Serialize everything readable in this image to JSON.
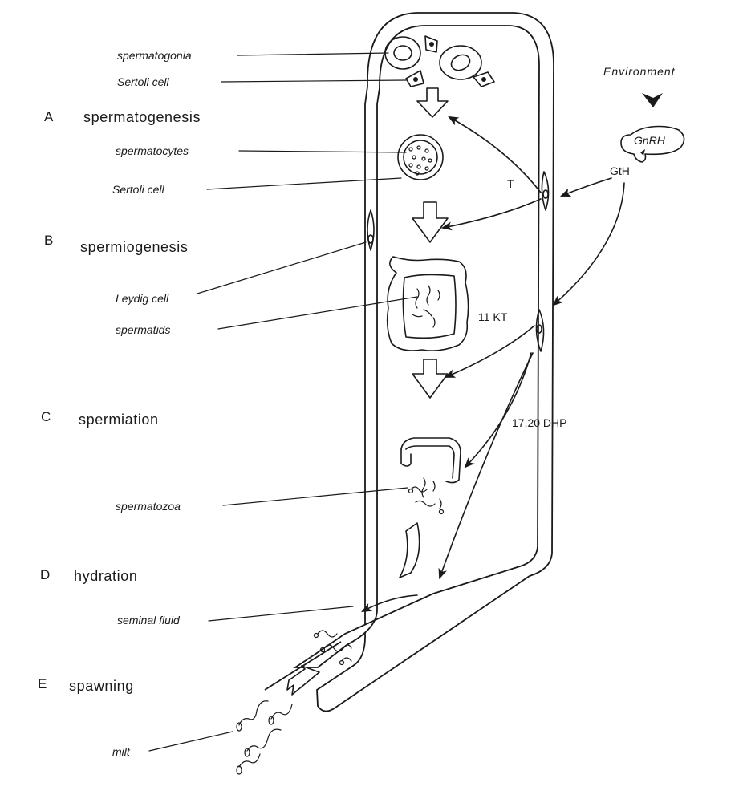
{
  "stages": {
    "a": {
      "letter": "A",
      "name": "spermatogenesis"
    },
    "b": {
      "letter": "B",
      "name": "spermiogenesis"
    },
    "c": {
      "letter": "C",
      "name": "spermiation"
    },
    "d": {
      "letter": "D",
      "name": "hydration"
    },
    "e": {
      "letter": "E",
      "name": "spawning"
    }
  },
  "cell_labels": {
    "spermatogonia": "spermatogonia",
    "sertoli_1": "Sertoli cell",
    "spermatocytes": "spermatocytes",
    "sertoli_2": "Sertoli cell",
    "leydig": "Leydig cell",
    "spermatids": "spermatids",
    "spermatozoa": "spermatozoa",
    "seminal_fluid": "seminal fluid",
    "milt": "milt"
  },
  "hormones": {
    "environment": "Environment",
    "gnrh": "GnRH",
    "gth": "GtH",
    "t": "T",
    "kt": "11 KT",
    "dhp": "17.20 DHP"
  }
}
